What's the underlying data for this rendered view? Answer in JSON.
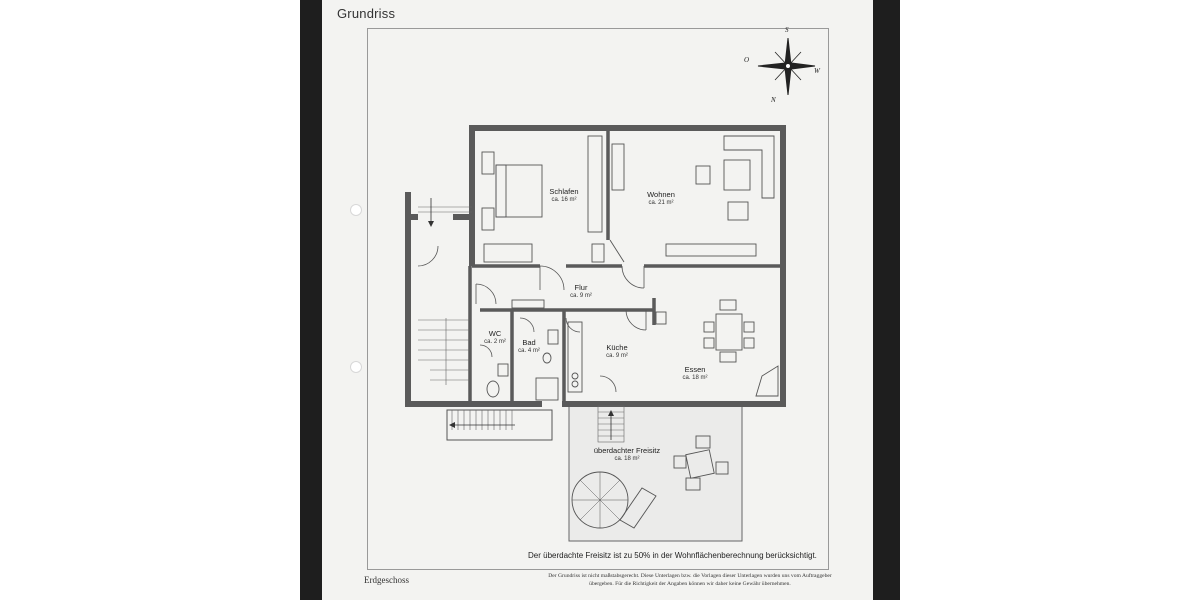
{
  "document": {
    "title": "Grundriss",
    "floor_name": "Erdgeschoss",
    "note": "Der überdachte Freisitz ist zu 50% in der Wohnflächenberechnung berücksichtigt.",
    "disclaimer": "Der Grundriss ist nicht maßstabsgerecht. Diese Unterlagen bzw. die Vorlagen dieser Unterlagen wurden uns vom Auftraggeber übergeben. Für die Richtigkeit der Angaben können wir daher keine Gewähr übernehmen."
  },
  "compass": {
    "s": "S",
    "o": "O",
    "w": "W",
    "n": "N"
  },
  "rooms": {
    "schlafen": {
      "name": "Schlafen",
      "area": "ca. 16 m²"
    },
    "wohnen": {
      "name": "Wohnen",
      "area": "ca. 21 m²"
    },
    "flur": {
      "name": "Flur",
      "area": "ca. 9 m²"
    },
    "wc": {
      "name": "WC",
      "area": "ca. 2 m²"
    },
    "bad": {
      "name": "Bad",
      "area": "ca. 4 m²"
    },
    "kueche": {
      "name": "Küche",
      "area": "ca. 9 m²"
    },
    "essen": {
      "name": "Essen",
      "area": "ca. 18 m²"
    },
    "freisitz": {
      "name": "überdachter Freisitz",
      "area": "ca. 18 m²"
    }
  },
  "colors": {
    "wall": "#5a5a5a",
    "line": "#555555",
    "paper": "#f3f3f1",
    "background": "#1e1e1e"
  }
}
